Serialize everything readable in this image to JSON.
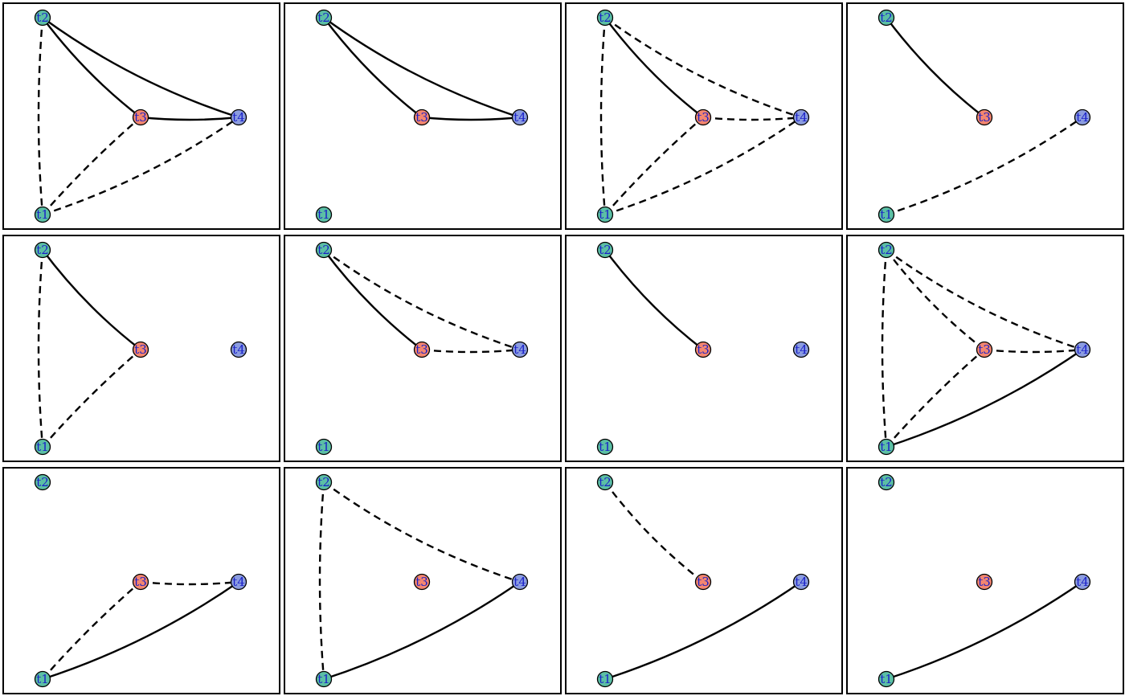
{
  "nodes": [
    {
      "id": "t1",
      "label": "t1",
      "color": "#5bbfa5"
    },
    {
      "id": "t2",
      "label": "t2",
      "color": "#5bbfa5"
    },
    {
      "id": "t3",
      "label": "t3",
      "color": "#f48670"
    },
    {
      "id": "t4",
      "label": "t4",
      "color": "#8b9ce0"
    }
  ],
  "panels": [
    {
      "edges": [
        {
          "from": "t2",
          "to": "t1",
          "style": "dashed"
        },
        {
          "from": "t2",
          "to": "t3",
          "style": "solid"
        },
        {
          "from": "t2",
          "to": "t4",
          "style": "solid"
        },
        {
          "from": "t3",
          "to": "t4",
          "style": "solid"
        },
        {
          "from": "t1",
          "to": "t3",
          "style": "dashed"
        },
        {
          "from": "t1",
          "to": "t4",
          "style": "dashed"
        }
      ]
    },
    {
      "edges": [
        {
          "from": "t2",
          "to": "t3",
          "style": "solid"
        },
        {
          "from": "t2",
          "to": "t4",
          "style": "solid"
        },
        {
          "from": "t3",
          "to": "t4",
          "style": "solid"
        }
      ]
    },
    {
      "edges": [
        {
          "from": "t2",
          "to": "t1",
          "style": "dashed"
        },
        {
          "from": "t2",
          "to": "t3",
          "style": "solid"
        },
        {
          "from": "t2",
          "to": "t4",
          "style": "dashed"
        },
        {
          "from": "t3",
          "to": "t4",
          "style": "dashed"
        },
        {
          "from": "t1",
          "to": "t3",
          "style": "dashed"
        },
        {
          "from": "t1",
          "to": "t4",
          "style": "dashed"
        }
      ]
    },
    {
      "edges": [
        {
          "from": "t2",
          "to": "t3",
          "style": "solid"
        },
        {
          "from": "t1",
          "to": "t4",
          "style": "dashed"
        }
      ]
    },
    {
      "edges": [
        {
          "from": "t2",
          "to": "t1",
          "style": "dashed"
        },
        {
          "from": "t2",
          "to": "t3",
          "style": "solid"
        },
        {
          "from": "t1",
          "to": "t3",
          "style": "dashed"
        }
      ]
    },
    {
      "edges": [
        {
          "from": "t2",
          "to": "t3",
          "style": "solid"
        },
        {
          "from": "t2",
          "to": "t4",
          "style": "dashed"
        },
        {
          "from": "t3",
          "to": "t4",
          "style": "dashed"
        }
      ]
    },
    {
      "edges": [
        {
          "from": "t2",
          "to": "t3",
          "style": "solid"
        }
      ]
    },
    {
      "edges": [
        {
          "from": "t2",
          "to": "t1",
          "style": "dashed"
        },
        {
          "from": "t2",
          "to": "t3",
          "style": "dashed"
        },
        {
          "from": "t2",
          "to": "t4",
          "style": "dashed"
        },
        {
          "from": "t3",
          "to": "t4",
          "style": "dashed"
        },
        {
          "from": "t1",
          "to": "t3",
          "style": "dashed"
        },
        {
          "from": "t1",
          "to": "t4",
          "style": "solid"
        }
      ]
    },
    {
      "edges": [
        {
          "from": "t3",
          "to": "t4",
          "style": "dashed"
        },
        {
          "from": "t1",
          "to": "t3",
          "style": "dashed"
        },
        {
          "from": "t1",
          "to": "t4",
          "style": "solid"
        }
      ]
    },
    {
      "edges": [
        {
          "from": "t2",
          "to": "t1",
          "style": "dashed"
        },
        {
          "from": "t2",
          "to": "t4",
          "style": "dashed"
        },
        {
          "from": "t1",
          "to": "t4",
          "style": "solid"
        }
      ]
    },
    {
      "edges": [
        {
          "from": "t2",
          "to": "t3",
          "style": "dashed"
        },
        {
          "from": "t1",
          "to": "t4",
          "style": "solid"
        }
      ]
    },
    {
      "edges": [
        {
          "from": "t1",
          "to": "t4",
          "style": "solid"
        }
      ]
    }
  ]
}
